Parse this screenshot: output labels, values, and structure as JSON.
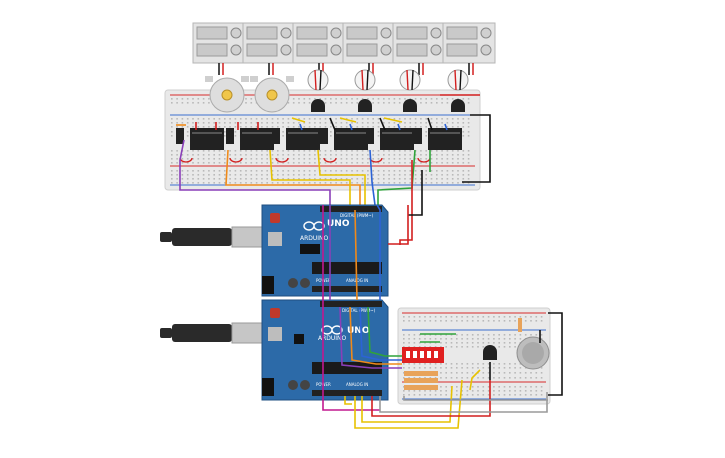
{
  "canvas": {
    "background": "#ffffff"
  },
  "colors": {
    "breadboard": "#e9e9e9",
    "breadboard_hole": "#b9b9b9",
    "rail_red": "#d62c2c",
    "rail_blue": "#3b6fcf",
    "arduino_board": "#2c6aa8",
    "arduino_dark": "#1f4f80",
    "relay_body": "#222222",
    "psu_body": "#e4e4e4",
    "psu_screen": "#c9c9c9",
    "motor_body": "#dedede",
    "motor_shaft": "#f0c64a",
    "usb_plug": "#2a2a2a",
    "usb_metal": "#c6c6c6",
    "dip_switch": "#e02020",
    "wire_red": "#d21f1f",
    "wire_black": "#111111",
    "wire_yellow": "#e7c200",
    "wire_orange": "#ef8a1a",
    "wire_purple": "#8a3fb8",
    "wire_blue": "#2c63d6",
    "wire_green": "#2fa33b",
    "wire_grey": "#9a9a9a",
    "wire_magenta": "#c2188f"
  },
  "arduino_top": {
    "brand": "ARDUINO",
    "model": "UNO",
    "digital_label": "DIGITAL (PWM~)",
    "analog_label": "ANALOG IN",
    "power_label": "POWER"
  },
  "arduino_bottom": {
    "brand": "ARDUINO",
    "model": "UNO",
    "digital_label": "DIGITAL (PWM~)",
    "analog_label": "ANALOG IN",
    "power_label": "POWER"
  },
  "relay_labels": [
    "",
    "",
    "",
    "",
    "",
    ""
  ],
  "icons": {
    "arduino_logo": "infinity-logo-icon",
    "usb": "usb-plug-icon",
    "motor": "dc-motor-icon",
    "lamp": "light-bulb-icon",
    "speaker": "piezo-speaker-icon",
    "transistor": "transistor-icon",
    "dip": "dip-switch-icon",
    "reset": "reset-button-icon"
  }
}
